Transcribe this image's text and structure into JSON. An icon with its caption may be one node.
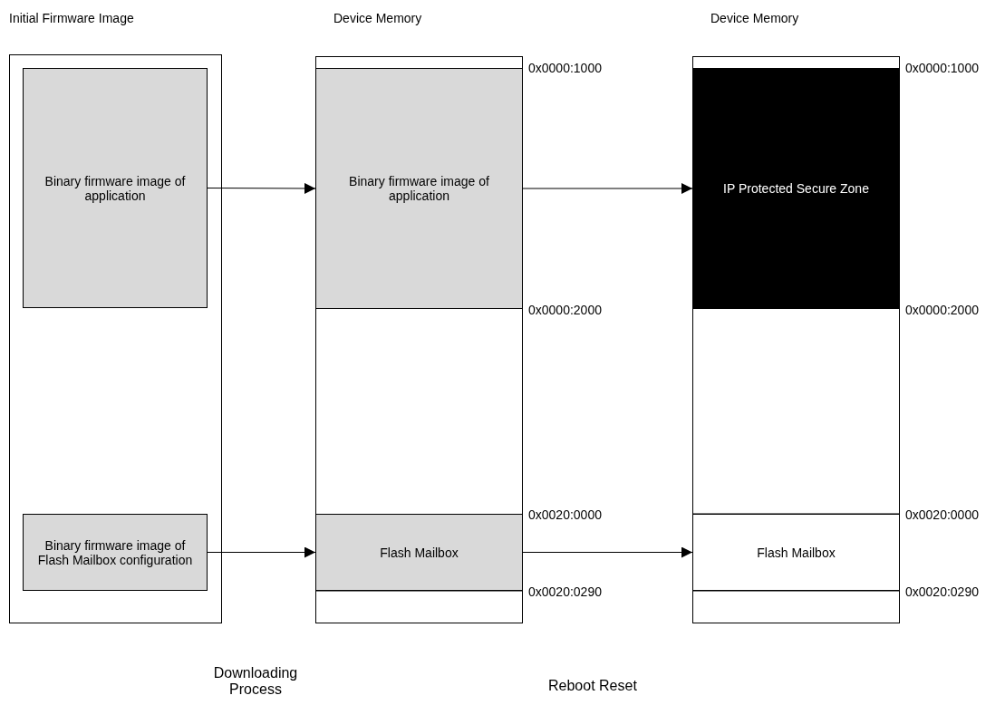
{
  "diagram": {
    "nodes": [
      {
        "text": [
          "Initial Firmware Image"
        ]
      },
      {
        "text": [
          "Binary firmware image of application"
        ],
        "in": 0
      },
      {
        "text": [
          "Binary firmware image of Flash Mailbox configuration"
        ],
        "in": 0
      },
      {
        "text": [
          "Device Memory"
        ]
      },
      {
        "text": [
          "Binary firmware image of application"
        ],
        "in": 3
      },
      {
        "text": [
          "Flash Mailbox"
        ],
        "in": 3
      },
      {
        "text": [
          "Device Memory"
        ]
      },
      {
        "text": [
          "IP Protected Secure Zone"
        ],
        "in": 6
      },
      {
        "text": [
          "Flash Mailbox"
        ],
        "in": 6
      }
    ],
    "edges": [
      {
        "from": 1,
        "to": 4,
        "arrow": "to"
      },
      {
        "from": 2,
        "to": 5,
        "arrow": "to"
      },
      {
        "from": 4,
        "to": 7,
        "arrow": "to"
      },
      {
        "from": 5,
        "to": 8,
        "arrow": "to"
      }
    ],
    "labels": [
      "0x0000:1000",
      "0x0000:1000",
      "0x0000:2000",
      "0x0000:2000",
      "0x0020:0000",
      "0x0020:0000",
      "0x0020:0290",
      "0x0020:0290",
      "Downloading Process",
      "Reboot Reset"
    ]
  }
}
